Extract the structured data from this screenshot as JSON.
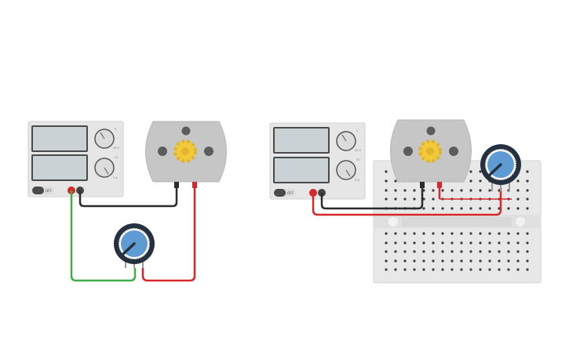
{
  "circuits": [
    {
      "id": "left",
      "power_supply": {
        "switch_label": "OFF",
        "voltage_knob_label": "V",
        "voltage_max": "30 V",
        "current_knob_label": "CC",
        "current_max": "5 A"
      },
      "wires": [
        "black",
        "green",
        "red"
      ]
    },
    {
      "id": "right",
      "power_supply": {
        "switch_label": "OFF",
        "voltage_knob_label": "V",
        "voltage_max": "30 V",
        "current_knob_label": "CC",
        "current_max": "5 A"
      },
      "wires": [
        "black",
        "red",
        "red"
      ]
    }
  ],
  "colors": {
    "wire_black": "#2b2b2b",
    "wire_red": "#d8272b",
    "wire_green": "#3fae49",
    "psu_body": "#e6e6e6",
    "motor_body": "#c6c6c6",
    "gear": "#f1c93b",
    "pot_knob": "#5e9bd3",
    "pot_ring": "#25313f",
    "breadboard": "#e8e8e8"
  }
}
